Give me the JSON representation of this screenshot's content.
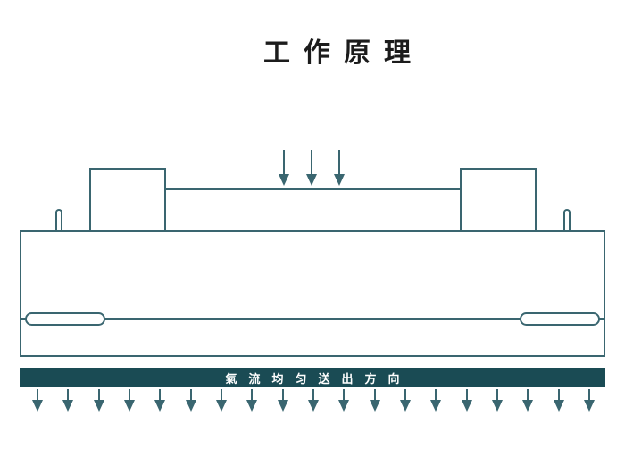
{
  "title": "工作原理",
  "diagram": {
    "airflow_label": "氣流均匀送出方向",
    "inlet_arrow_count": 3,
    "outlet_arrow_count": 19,
    "colors": {
      "line": "#3a6670",
      "bar_fill": "#1a4b54",
      "bar_text": "#ffffff",
      "title": "#1c1c1c"
    }
  }
}
